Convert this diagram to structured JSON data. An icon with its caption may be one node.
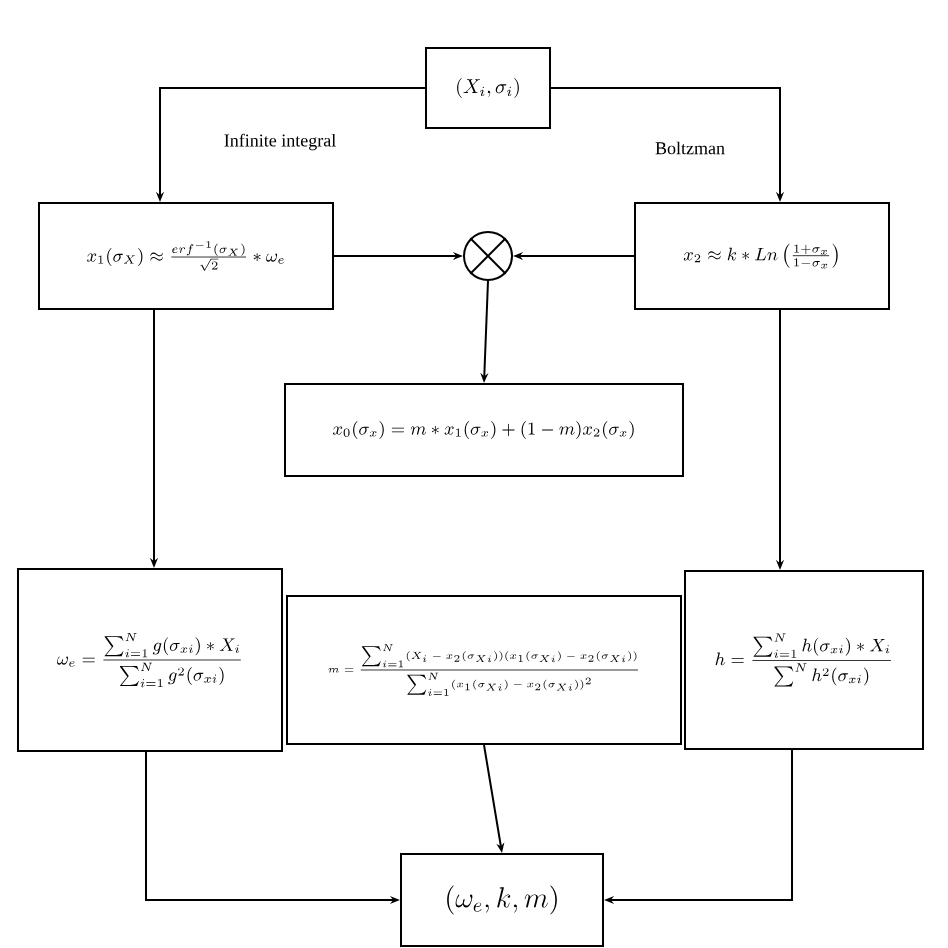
{
  "diagram": {
    "nodes": [
      {
        "text": [
          "(X_i, \\sigma_i)"
        ]
      },
      {
        "text": [
          "x_1(\\sigma_X) \\approx \\frac{erf^{-1}(\\sigma_X)}{\\sqrt{2}} * \\omega_e"
        ]
      },
      {
        "text": [
          "x_2 \\approx k * Ln\\left(\\frac{1+\\sigma_x}{1-\\sigma_x}\\right)"
        ]
      },
      {
        "text": [],
        "shape": "circle"
      },
      {
        "text": [
          "x_0(\\sigma_x) = m * x_1(\\sigma_x) + (1-m) x_2(\\sigma_x)"
        ]
      },
      {
        "text": [
          "\\omega_e = \\frac{\\sum_{i=1}^{N} g(\\sigma_{xi}) * X_i}{\\sum_{i=1}^{N} g^2(\\sigma_{xi})}"
        ]
      },
      {
        "text": [
          "m = \\frac{\\sum_{i=1}^{N}(X_i - x_2(\\sigma_{Xi}))(x_1(\\sigma_{Xi}) - x_2(\\sigma_{Xi}))}{\\sum_{i=1}^{N}(x_1(\\sigma_{Xi}) - x_2(\\sigma_{Xi}))^2}"
        ]
      },
      {
        "text": [
          "h = \\frac{\\sum_{i=1}^{N} h(\\sigma_{xi}) * X_i}{\\sum^{N} h^2(\\sigma_{xi})}"
        ]
      },
      {
        "text": [
          "(\\omega_e, k, m)"
        ]
      }
    ],
    "edges": [
      {
        "from": 0,
        "to": 1,
        "arrow": "to",
        "label": "Infinite integral"
      },
      {
        "from": 0,
        "to": 2,
        "arrow": "to",
        "label": "Boltzman"
      },
      {
        "from": 1,
        "to": 3,
        "arrow": "to"
      },
      {
        "from": 2,
        "to": 3,
        "arrow": "to"
      },
      {
        "from": 3,
        "to": 4,
        "arrow": "to"
      },
      {
        "from": 1,
        "to": 5,
        "arrow": "to"
      },
      {
        "from": 2,
        "to": 7,
        "arrow": "to"
      },
      {
        "from": 5,
        "to": 8,
        "arrow": "to"
      },
      {
        "from": 6,
        "to": 8,
        "arrow": "to"
      },
      {
        "from": 7,
        "to": 8,
        "arrow": "to"
      }
    ]
  }
}
